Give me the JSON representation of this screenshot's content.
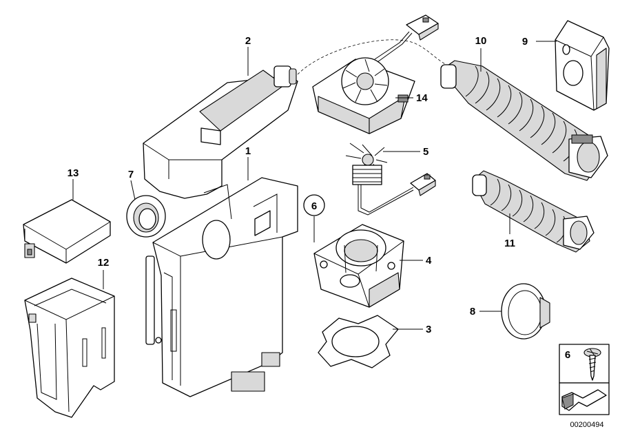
{
  "callouts": {
    "c1": "1",
    "c2": "2",
    "c3": "3",
    "c4": "4",
    "c5": "5",
    "c6": "6",
    "c7": "7",
    "c8": "8",
    "c9": "9",
    "c10": "10",
    "c11": "11",
    "c12": "12",
    "c13": "13",
    "c14": "14"
  },
  "legend_box": {
    "number": "6"
  },
  "diagram_id": "00200494"
}
